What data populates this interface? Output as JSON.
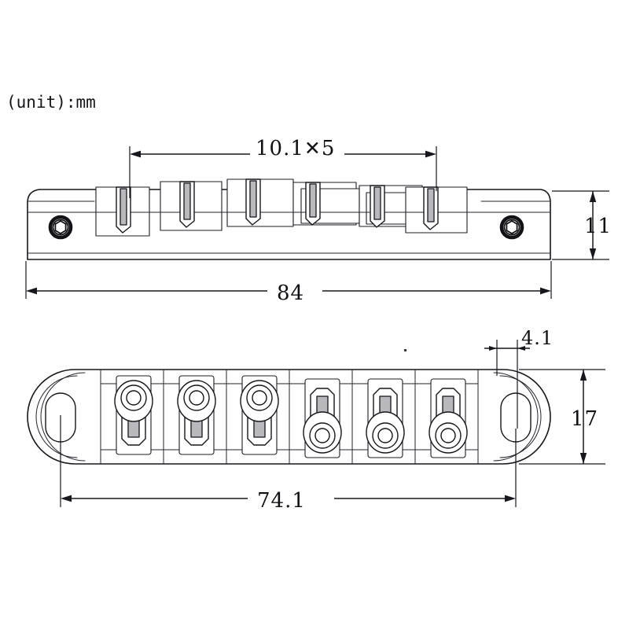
{
  "document": {
    "kind": "engineering-drawing",
    "subject": "guitar tune-o-matic bridge",
    "unit_note": "(unit):mm",
    "line_color": "#16161c",
    "background_color": "#ffffff"
  },
  "views": {
    "front": {
      "name": "front-elevation-view",
      "saddle_count": 6,
      "post_bushing_count": 2
    },
    "plan": {
      "name": "plan-top-view",
      "saddle_count": 6,
      "mounting_slot_count": 2,
      "saddles_screw_up": 3,
      "saddles_screw_down": 3
    }
  },
  "dimensions": {
    "saddle_spacing": {
      "label_value": "10.1",
      "label_multiplier": "✕",
      "label_count": "5",
      "name": "saddle-spacing-dimension",
      "view": "front"
    },
    "overall_length": {
      "label": "84",
      "name": "overall-length-dimension",
      "view": "front"
    },
    "height": {
      "label": "11",
      "name": "height-dimension",
      "view": "front"
    },
    "post_inset": {
      "label": "4.1",
      "name": "post-inset-dimension",
      "view": "plan"
    },
    "width": {
      "label": "17",
      "name": "width-dimension",
      "view": "plan"
    },
    "post_spacing": {
      "label": "74.1",
      "name": "post-spacing-dimension",
      "view": "plan"
    }
  }
}
